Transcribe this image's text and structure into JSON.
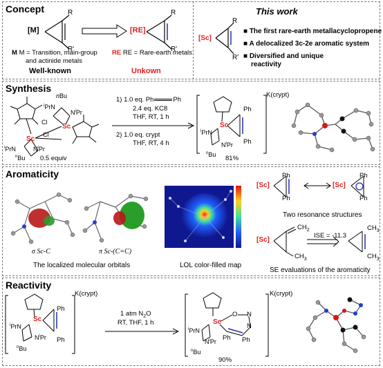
{
  "concept": {
    "title": "Concept",
    "m_label": "[M]",
    "r": "R",
    "r_prime": "R'",
    "m_def": "M = Transition, main-group",
    "m_def2": "and actinide metals",
    "well_known": "Well-known",
    "re_label": "[RE]",
    "re_def": "RE = Rare-earth metals",
    "unknown": "Unkown",
    "this_work": "This work",
    "sc_label": "[Sc]",
    "bullets": [
      "The first rare-earth metallacyclopropene",
      "A delocalized 3c-2e aromatic system",
      "Diversified and unique",
      "reactivity"
    ]
  },
  "synthesis": {
    "title": "Synthesis",
    "nbu": "nBu",
    "iprn": "iPrN",
    "npr": "NiPr",
    "sc": "Sc",
    "cl": "Cl",
    "half_equiv": "0.5 equiv",
    "step1": "1) 1.0 eq. Ph",
    "step1b": "Ph",
    "step1c": "2.4 eq. KC8",
    "step1d": "THF, RT, 1 h",
    "step2": "2) 1.0 eq. crypt",
    "step2b": "THF, RT, 4 h",
    "kcrypt": "K(crypt)",
    "ph": "Ph",
    "yield": "81%"
  },
  "aromaticity": {
    "title": "Aromaticity",
    "sigma": "σ Sc-C",
    "pi": "π Sc-(C=C)",
    "mo_caption": "The localized molecular orbitals",
    "lol_caption": "LOL color-filled map",
    "resonance": "Two resonance structures",
    "ch2": "CH2",
    "ch3": "CH3",
    "ise": "ISE = -11.3",
    "se_caption": "SE evaluations of the aromaticity"
  },
  "reactivity": {
    "title": "Reactivity",
    "cond1": "1 atm N2O",
    "cond2": "RT, THF, 1 h",
    "o": "O",
    "n": "N",
    "yield": "90%"
  }
}
